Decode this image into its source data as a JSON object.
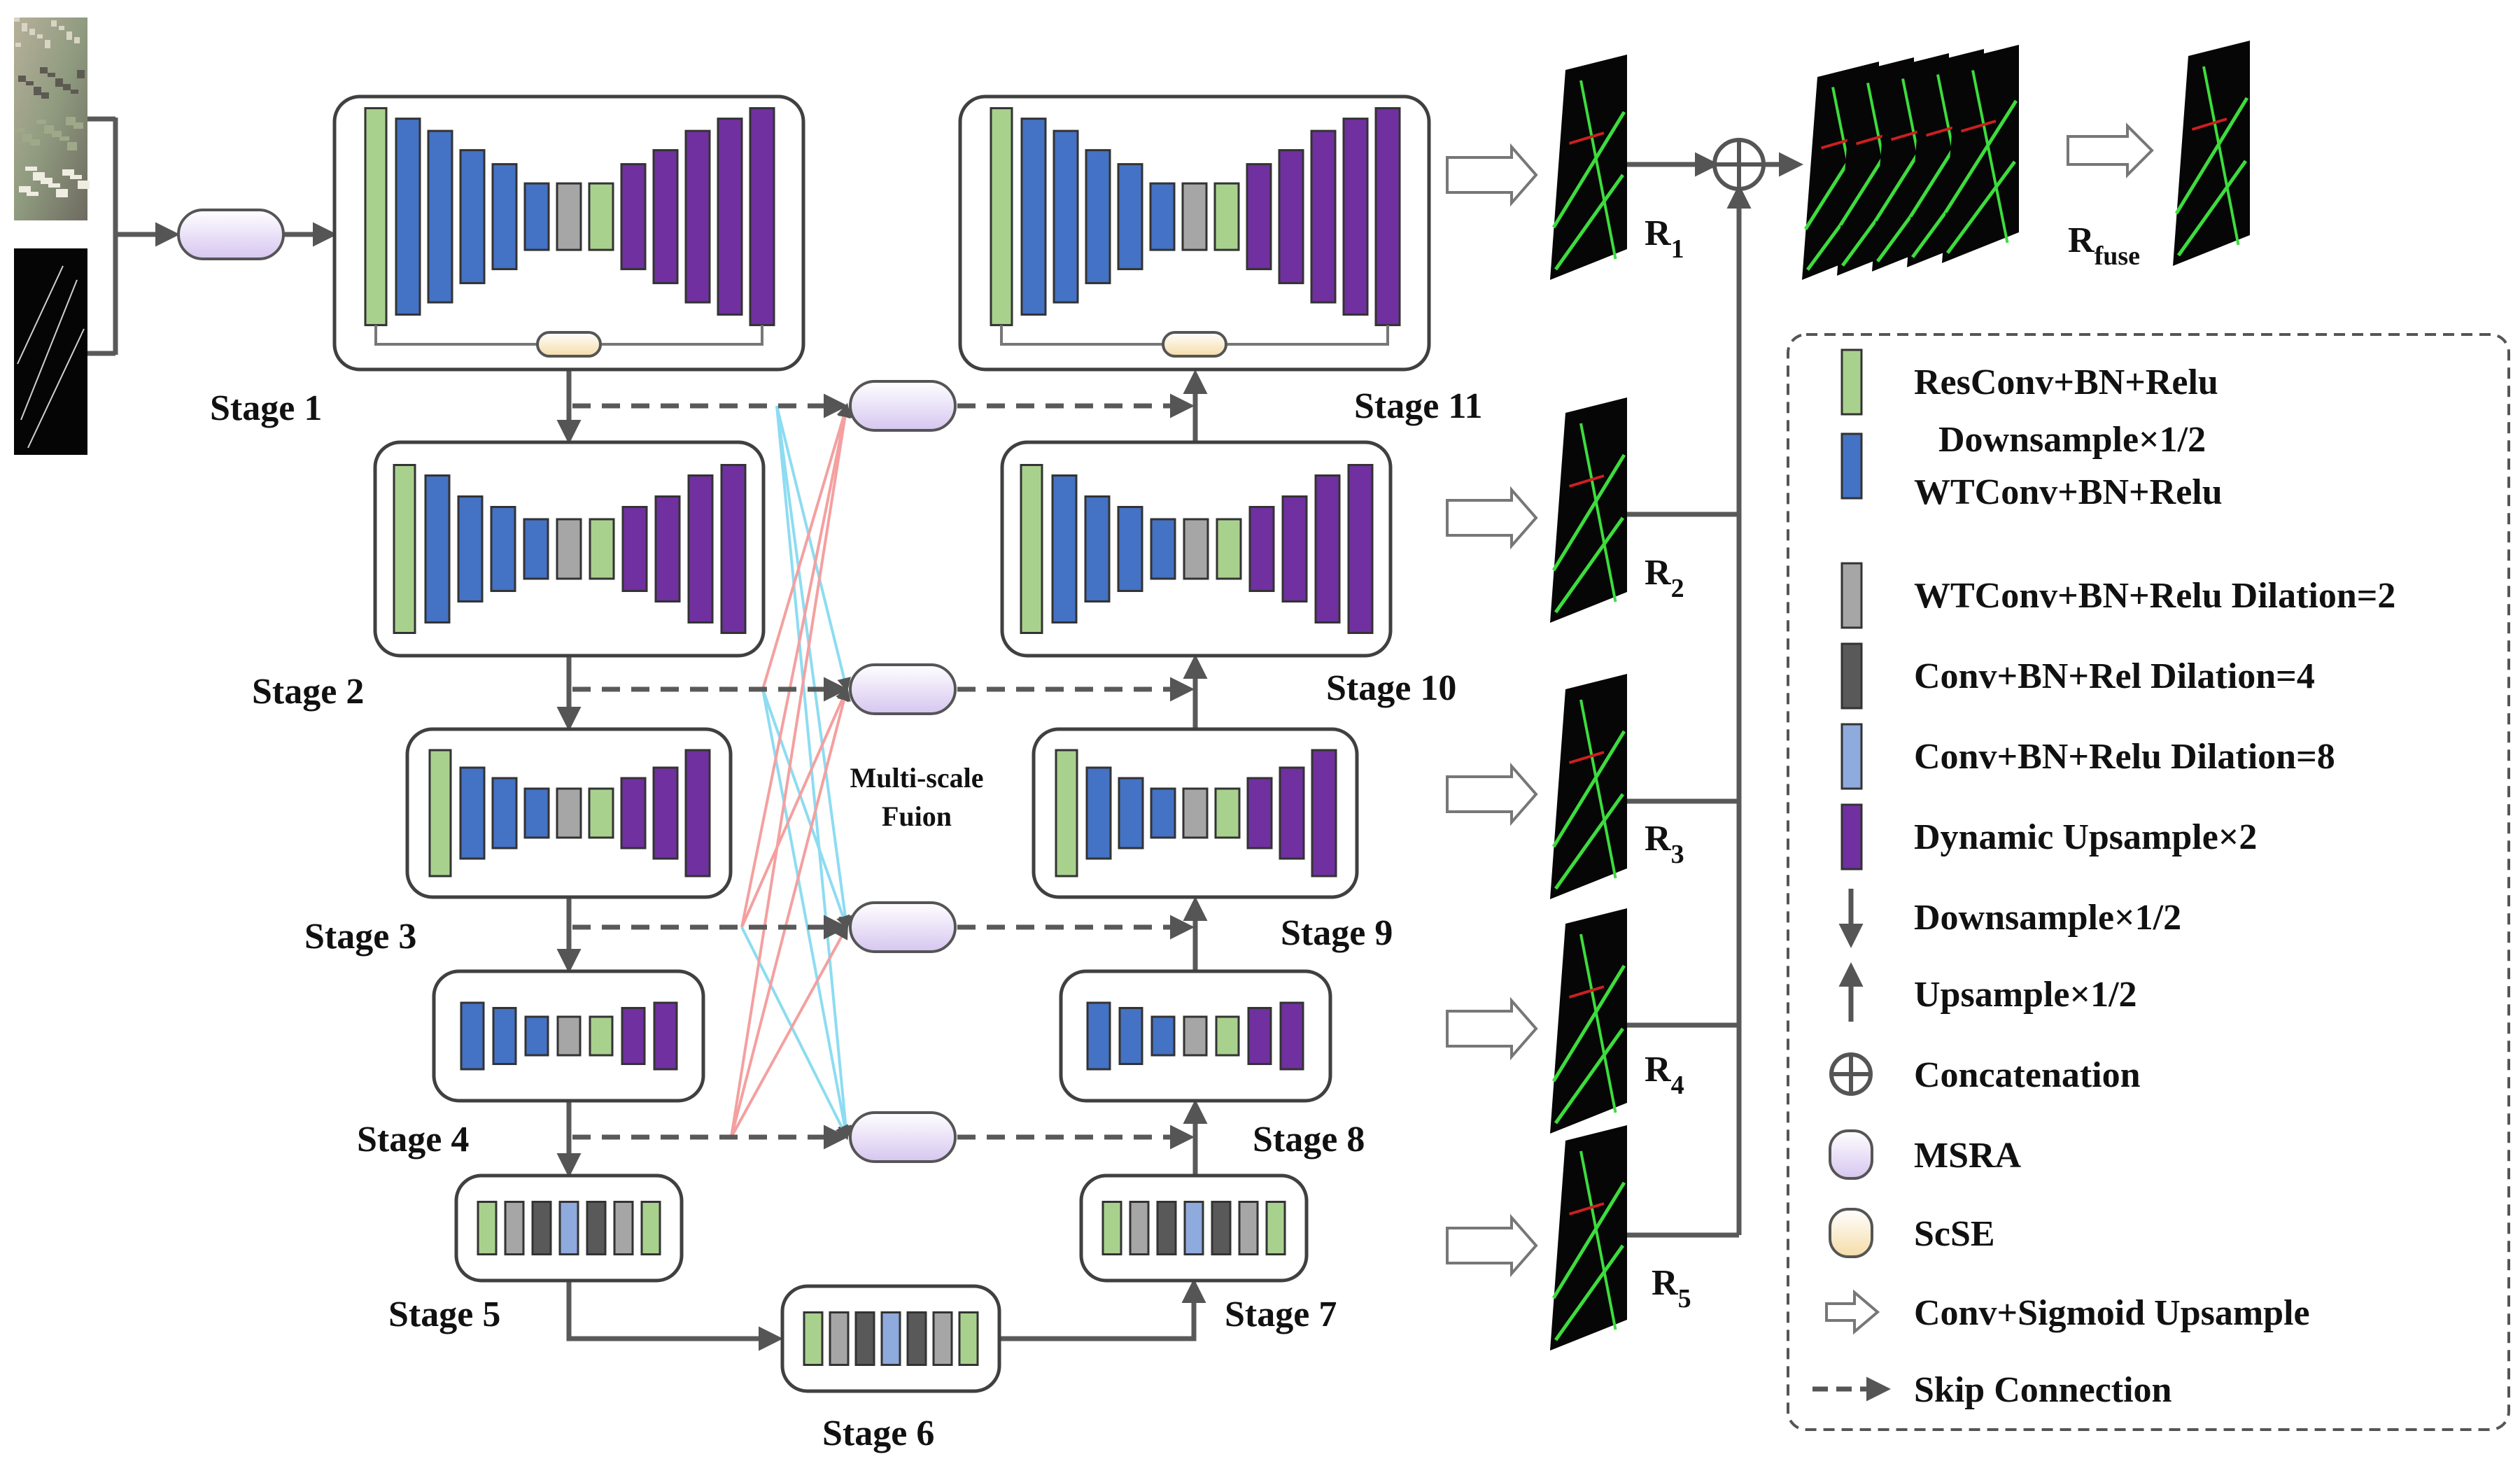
{
  "stages": [
    {
      "label": "Stage 1"
    },
    {
      "label": "Stage 2"
    },
    {
      "label": "Stage 3"
    },
    {
      "label": "Stage 4"
    },
    {
      "label": "Stage 5"
    },
    {
      "label": "Stage 6"
    },
    {
      "label": "Stage 7"
    },
    {
      "label": "Stage 8"
    },
    {
      "label": "Stage 9"
    },
    {
      "label": "Stage 10"
    },
    {
      "label": "Stage 11"
    }
  ],
  "fusion_label_line1": "Multi-scale",
  "fusion_label_line2": "Fuion",
  "outputs": [
    {
      "base": "R",
      "sub": "1"
    },
    {
      "base": "R",
      "sub": "2"
    },
    {
      "base": "R",
      "sub": "3"
    },
    {
      "base": "R",
      "sub": "4"
    },
    {
      "base": "R",
      "sub": "5"
    }
  ],
  "fuse_output": {
    "base": "R",
    "sub": "fuse"
  },
  "legend": [
    {
      "icon": "green-block-icon",
      "text": "ResConv+BN+Relu"
    },
    {
      "icon": "blue-block-icon",
      "text": "Downsample×1/2",
      "text2": "WTConv+BN+Relu"
    },
    {
      "icon": "gray-block-icon",
      "text": "WTConv+BN+Relu Dilation=2"
    },
    {
      "icon": "dark-block-icon",
      "text": "Conv+BN+Rel Dilation=4"
    },
    {
      "icon": "light-blue-block-icon",
      "text": "Conv+BN+Relu Dilation=8"
    },
    {
      "icon": "purple-block-icon",
      "text": "Dynamic Upsample×2"
    },
    {
      "icon": "down-arrow-icon",
      "text": "Downsample×1/2"
    },
    {
      "icon": "up-arrow-icon",
      "text": "Upsample×1/2"
    },
    {
      "icon": "concat-icon",
      "text": "Concatenation"
    },
    {
      "icon": "msra-icon",
      "text": "MSRA"
    },
    {
      "icon": "scse-icon",
      "text": "ScSE"
    },
    {
      "icon": "hollow-arrow-icon",
      "text": "Conv+Sigmoid Upsample"
    },
    {
      "icon": "dashed-arrow-icon",
      "text": "Skip Connection"
    }
  ],
  "colors": {
    "green": "#a9d18e",
    "blue": "#4472c4",
    "gray": "#a6a6a6",
    "dark": "#595959",
    "light_blue": "#8faadc",
    "purple": "#7030a0",
    "msra_fill": "#e6dcf5",
    "scse_fill": "#fff2cc",
    "pink_line": "#f4a0a0",
    "cyan_line": "#8ddcf2",
    "road_green": "#3ddc3d",
    "road_red": "#cc1f1f"
  }
}
